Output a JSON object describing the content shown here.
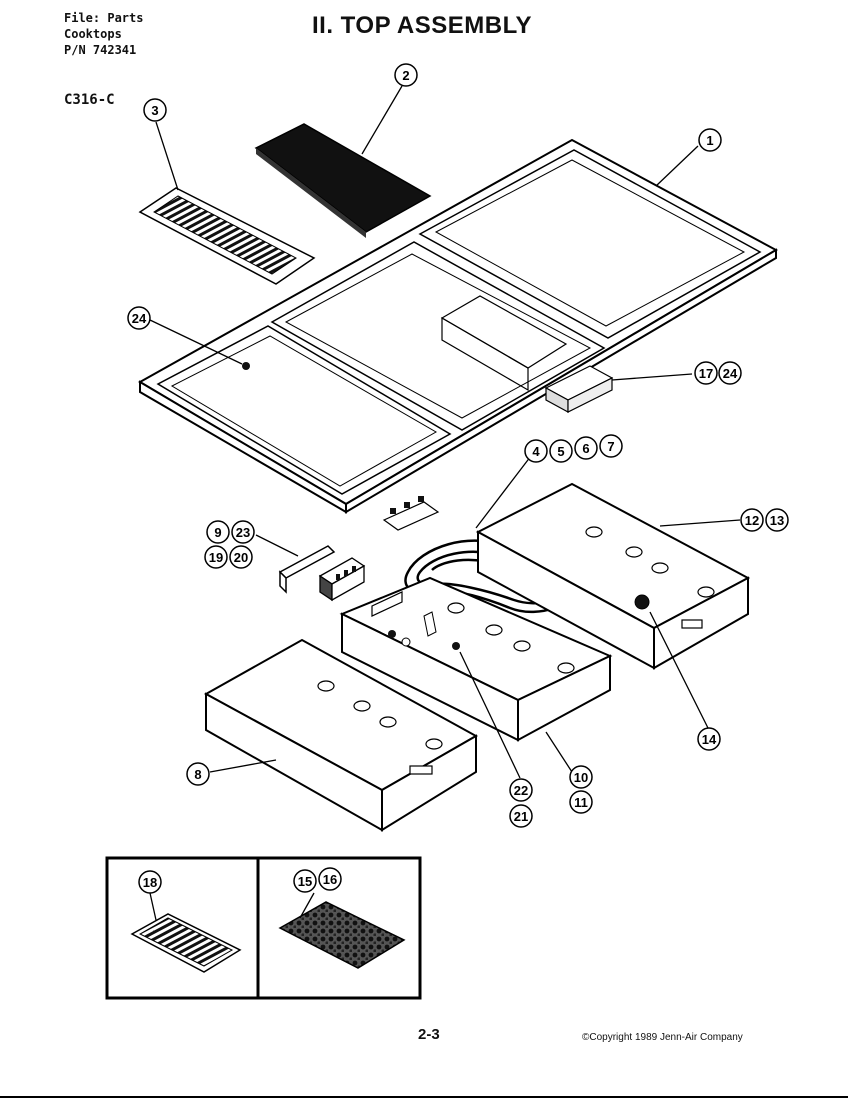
{
  "header": {
    "file_line": "File: Parts",
    "type_line": "Cooktops",
    "pn_line": "P/N 742341",
    "model": "C316-C"
  },
  "title": "II. TOP ASSEMBLY",
  "footer": {
    "page_number": "2-3",
    "copyright": "©Copyright 1989 Jenn-Air Company"
  },
  "callouts": {
    "c1": "1",
    "c2": "2",
    "c3": "3",
    "c4": "4",
    "c5": "5",
    "c6": "6",
    "c7": "7",
    "c8": "8",
    "c9": "9",
    "c10": "10",
    "c11": "11",
    "c12": "12",
    "c13": "13",
    "c14": "14",
    "c15": "15",
    "c16": "16",
    "c17": "17",
    "c18": "18",
    "c19": "19",
    "c20": "20",
    "c21": "21",
    "c22": "22",
    "c23": "23",
    "c24a": "24",
    "c24b": "24"
  }
}
